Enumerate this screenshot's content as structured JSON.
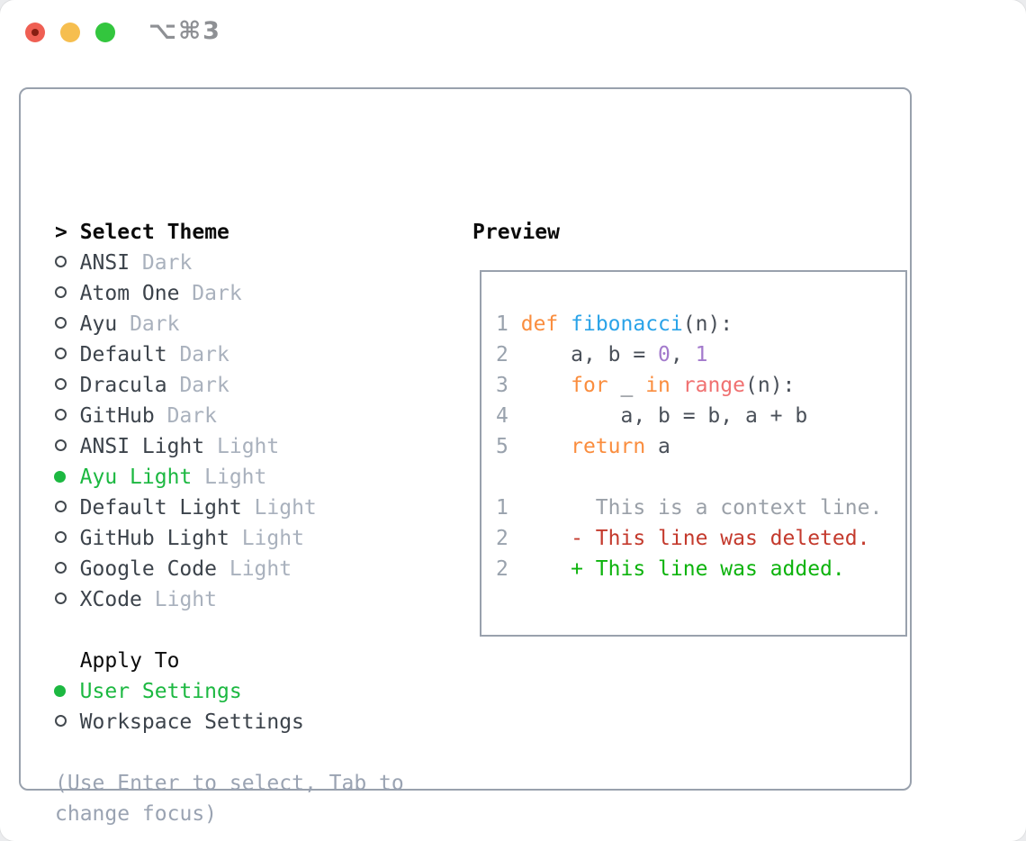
{
  "titlebar": {
    "shortcut": "⌥⌘3",
    "controls": [
      "close",
      "minimize",
      "zoom"
    ]
  },
  "theme_picker": {
    "header_prefix": ">",
    "header": "Select Theme",
    "themes": [
      {
        "name": "ANSI",
        "variant": "Dark",
        "selected": false
      },
      {
        "name": "Atom One",
        "variant": "Dark",
        "selected": false
      },
      {
        "name": "Ayu",
        "variant": "Dark",
        "selected": false
      },
      {
        "name": "Default",
        "variant": "Dark",
        "selected": false
      },
      {
        "name": "Dracula",
        "variant": "Dark",
        "selected": false
      },
      {
        "name": "GitHub",
        "variant": "Dark",
        "selected": false
      },
      {
        "name": "ANSI Light",
        "variant": "Light",
        "selected": false
      },
      {
        "name": "Ayu Light",
        "variant": "Light",
        "selected": true
      },
      {
        "name": "Default Light",
        "variant": "Light",
        "selected": false
      },
      {
        "name": "GitHub Light",
        "variant": "Light",
        "selected": false
      },
      {
        "name": "Google Code",
        "variant": "Light",
        "selected": false
      },
      {
        "name": "XCode",
        "variant": "Light",
        "selected": false
      }
    ],
    "apply_to": {
      "header": "Apply To",
      "options": [
        {
          "name": "User Settings",
          "selected": true
        },
        {
          "name": "Workspace Settings",
          "selected": false
        }
      ]
    },
    "hint_lines": [
      "(Use Enter to select, Tab to",
      "change focus)"
    ]
  },
  "preview": {
    "header": "Preview",
    "code_lines": [
      {
        "num": "1",
        "tokens": [
          [
            "def",
            "keyword"
          ],
          [
            " ",
            "plain"
          ],
          [
            "fibonacci",
            "function"
          ],
          [
            "(n):",
            "plain"
          ]
        ]
      },
      {
        "num": "2",
        "tokens": [
          [
            "    a, b = ",
            "plain"
          ],
          [
            "0",
            "number"
          ],
          [
            ", ",
            "plain"
          ],
          [
            "1",
            "number"
          ]
        ]
      },
      {
        "num": "3",
        "tokens": [
          [
            "    ",
            "plain"
          ],
          [
            "for",
            "keyword"
          ],
          [
            " _ ",
            "plain"
          ],
          [
            "in",
            "keyword"
          ],
          [
            " ",
            "plain"
          ],
          [
            "range",
            "builtin"
          ],
          [
            "(n):",
            "plain"
          ]
        ]
      },
      {
        "num": "4",
        "tokens": [
          [
            "        a, b = b, a + b",
            "plain"
          ]
        ]
      },
      {
        "num": "5",
        "tokens": [
          [
            "    ",
            "plain"
          ],
          [
            "return",
            "keyword"
          ],
          [
            " a",
            "plain"
          ]
        ]
      },
      {
        "num": "",
        "tokens": []
      },
      {
        "num": "1",
        "tokens": [
          [
            "      This is a context line.",
            "diff_context"
          ]
        ]
      },
      {
        "num": "2",
        "tokens": [
          [
            "    - This line was deleted.",
            "diff_deleted"
          ]
        ]
      },
      {
        "num": "2",
        "tokens": [
          [
            "    + This line was added.",
            "diff_added"
          ]
        ]
      }
    ]
  },
  "colors": {
    "accent_green": "#1cb841",
    "border_gray": "#99a1ad",
    "text_primary": "#3c434b",
    "text_black": "#0b0b0b",
    "variant_muted": "#a9b1bd",
    "hint_gray": "#9aa3b2",
    "marker_ring": "#43494f",
    "shortcut_gray": "#8e9094",
    "traffic_red": "#ef5f53",
    "traffic_red_dot": "#871e12",
    "traffic_yellow": "#f6be4f",
    "traffic_green": "#33c63e",
    "syntax": {
      "keyword": "#fa8d3e",
      "function": "#2aa3e8",
      "number": "#a37acc",
      "builtin": "#f07171",
      "plain": "#4a5059",
      "line_number": "#99a2ad",
      "diff_context": "#9aa0a8",
      "diff_deleted": "#c43a2d",
      "diff_added": "#0db30d"
    }
  }
}
